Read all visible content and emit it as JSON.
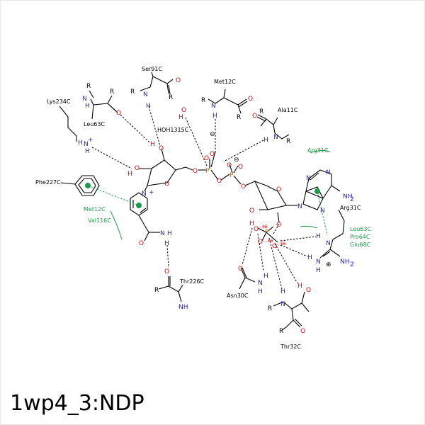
{
  "title": "1wp4_3:NDP",
  "labels": {
    "ser91": "Ser91C",
    "met12_top": "Met12C",
    "lys234": "Lys234C",
    "leu63_left": "Leu63C",
    "hoh": "HOH1315C",
    "ala11": "Ala11C",
    "phe227": "Phe227C",
    "met12_green": "Met12C",
    "val116": "Val116C",
    "arg31_green": "Arg31C",
    "arg31": "Arg31C",
    "leu63_green": "Leu63C",
    "pro64": "Pro64C",
    "glu68": "Glu68C",
    "thr226": "Thr226C",
    "asn30": "Asn30C",
    "thr32": "Thr32C"
  },
  "colors": {
    "oxygen": "#e00000",
    "nitrogen": "#1c1cd0",
    "phosphorus": "#d07000",
    "hydrophobic": "#1f9a4a",
    "bond": "#000000"
  }
}
